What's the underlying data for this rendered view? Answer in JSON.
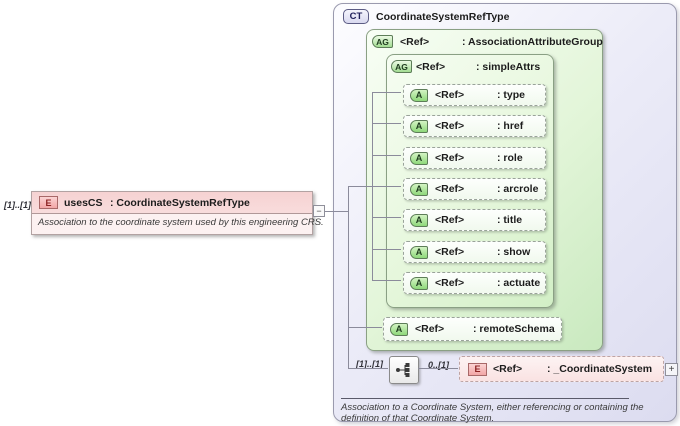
{
  "palette": {
    "panel_lavender": "#e3e3f4",
    "group_green": "#cfeac5",
    "element_pink": "#f6d4d4",
    "badge_green": "#8ed87a",
    "badge_pink": "#f2a6a6",
    "connector_line": "#8b8b9b"
  },
  "source_element": {
    "cardinality": "[1]..[1]",
    "badge": "E",
    "name": "usesCS",
    "type": ": CoordinateSystemRefType",
    "annotation": "Association to the coordinate system used by this engineering CRS.",
    "collapse_glyph": "−"
  },
  "complex_type": {
    "badge": "CT",
    "title": "CoordinateSystemRefType",
    "annotation_line1": "Association to a Coordinate System, either referencing or containing the",
    "annotation_line2": "definition of that Coordinate System.",
    "attribute_group": {
      "badge": "AG",
      "ref": "<Ref>",
      "type": ": AssociationAttributeGroup",
      "simple_attrs": {
        "badge": "AG",
        "ref": "<Ref>",
        "type": ": simpleAttrs",
        "attributes": [
          {
            "badge": "A",
            "ref": "<Ref>",
            "type": ": type"
          },
          {
            "badge": "A",
            "ref": "<Ref>",
            "type": ": href"
          },
          {
            "badge": "A",
            "ref": "<Ref>",
            "type": ": role"
          },
          {
            "badge": "A",
            "ref": "<Ref>",
            "type": ": arcrole"
          },
          {
            "badge": "A",
            "ref": "<Ref>",
            "type": ": title"
          },
          {
            "badge": "A",
            "ref": "<Ref>",
            "type": ": show"
          },
          {
            "badge": "A",
            "ref": "<Ref>",
            "type": ": actuate"
          }
        ]
      },
      "remote_schema": {
        "badge": "A",
        "ref": "<Ref>",
        "type": ": remoteSchema"
      }
    },
    "sequence": {
      "cardinality_left": "[1]..[1]",
      "cardinality_right": "0..[1]",
      "element": {
        "badge": "E",
        "ref": "<Ref>",
        "type": ": _CoordinateSystem"
      },
      "expand_glyph": "+"
    }
  }
}
